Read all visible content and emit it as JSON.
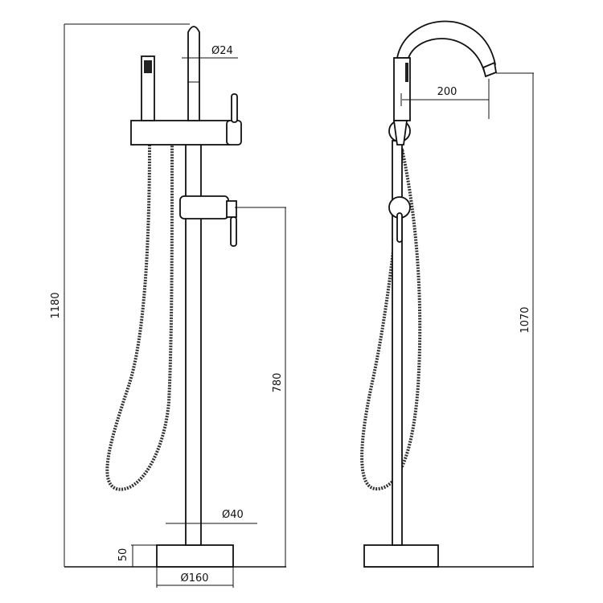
{
  "front_view": {
    "dimensions": {
      "total_height": "1180",
      "spout_diameter": "Ø24",
      "handle_height": "780",
      "pipe_diameter": "Ø40",
      "base_height": "50",
      "base_diameter": "Ø160"
    }
  },
  "side_view": {
    "dimensions": {
      "spout_reach": "200",
      "spout_height": "1070"
    }
  }
}
